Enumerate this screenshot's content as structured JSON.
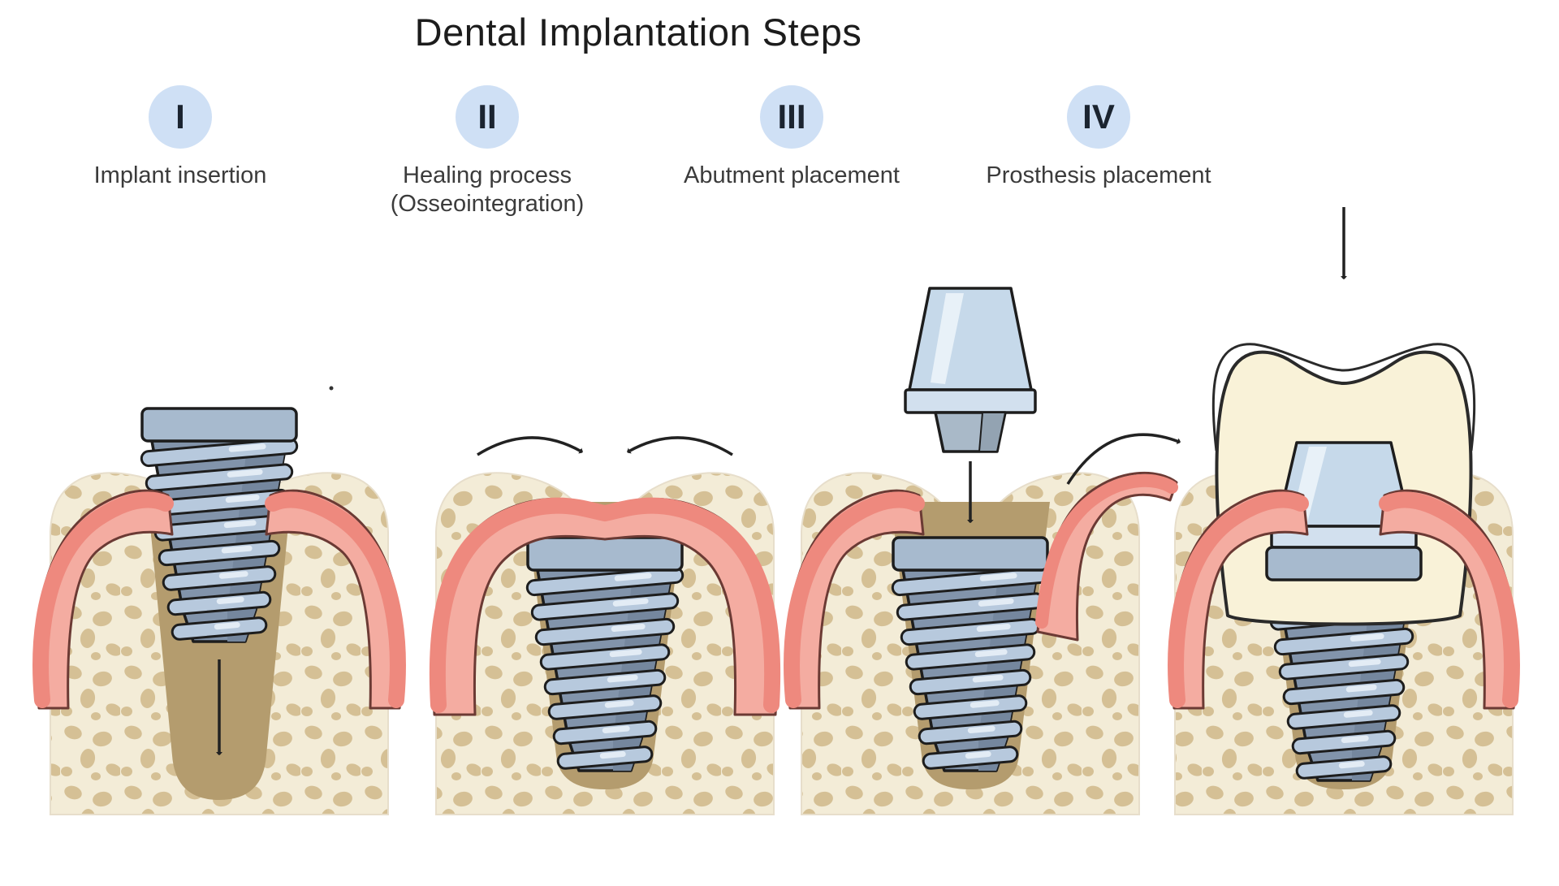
{
  "title": "Dental Implantation Steps",
  "steps": [
    {
      "numeral": "I",
      "label": "Implant insertion",
      "sublabel": ""
    },
    {
      "numeral": "II",
      "label": "Healing process",
      "sublabel": "(Osseointegration)"
    },
    {
      "numeral": "III",
      "label": "Abutment placement",
      "sublabel": ""
    },
    {
      "numeral": "IV",
      "label": "Prosthesis placement",
      "sublabel": ""
    }
  ],
  "figures": {
    "panel1_icons": [
      "jaw-bone",
      "bone-socket",
      "dental-implant-screw",
      "gum-tissue",
      "down-arrow"
    ],
    "panel2_icons": [
      "jaw-bone",
      "dental-implant-screw",
      "healed-gum",
      "converging-curved-arrows"
    ],
    "panel3_icons": [
      "jaw-bone",
      "dental-implant-screw",
      "abutment",
      "down-arrow",
      "gum-flap",
      "curved-arrow"
    ],
    "panel4_icons": [
      "jaw-bone",
      "dental-implant-screw",
      "abutment",
      "tooth-crown",
      "down-arrow",
      "gum-tissue"
    ]
  },
  "colors": {
    "badge_bg": "#cfe0f5",
    "badge_text": "#1b2430",
    "title_text": "#1c1c1c",
    "label_text": "#3b3b3b",
    "outline": "#1d1d1d",
    "arrow": "#222222",
    "gum_outer": "#ee897e",
    "gum_inner": "#f4aca1",
    "gum_outline": "#6b3a34",
    "bone_base": "#f3ecd7",
    "bone_spot": "#d5c095",
    "bone_edge": "#e7decb",
    "socket": "#b49c6e",
    "implant_cap": "#a7bace",
    "implant_body": "#8294ab",
    "implant_body_shade": "#75879e",
    "implant_thread": "#b7c9dd",
    "implant_thread_hi": "#e3ecf5",
    "abutment": "#c6d9ea",
    "abutment_hi": "#e8f1f8",
    "abutment_band": "#d2e0ee",
    "abutment_stem": "#a9b9c8",
    "abutment_stem_shade": "#93a3b2",
    "crown": "#f9f2d8",
    "crown_outline": "#2a2a2a",
    "speck": "#333333"
  }
}
